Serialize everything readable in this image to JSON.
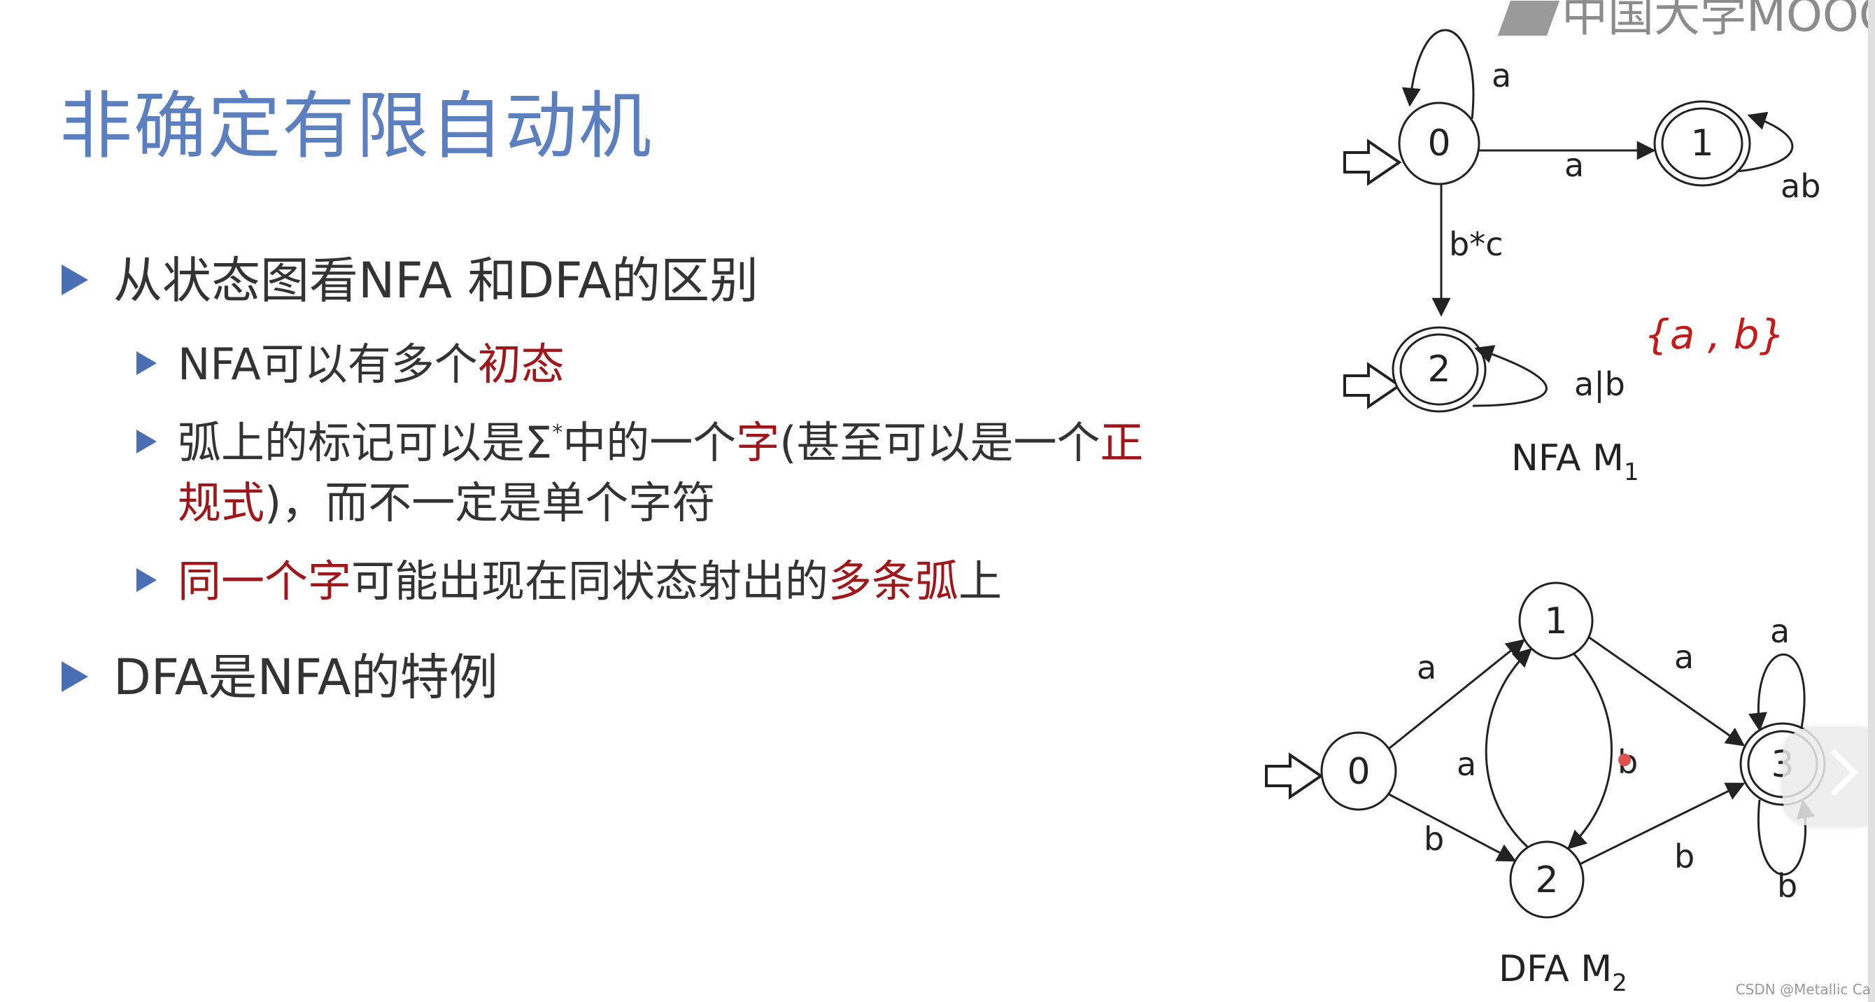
{
  "title": "非确定有限自动机",
  "logo": "中国大学MOOC",
  "watermark": "CSDN @Metallic Ca",
  "bullets": {
    "b1": "从状态图看NFA 和DFA的区别",
    "b1_1": {
      "p1": "NFA可以有多个",
      "p2": "初态"
    },
    "b1_2": {
      "p1": "弧上的标记可以是Σ",
      "sup": "*",
      "p2": "中的一个",
      "p3": "字",
      "p4": "(甚至可以是一个",
      "p5": "正",
      "p6": "规式",
      "p7": ")，而不一定是单个字符"
    },
    "b1_3": {
      "p1": "同一个字",
      "p2": "可能出现在同状态射出的",
      "p3": "多条弧",
      "p4": "上"
    },
    "b2": "DFA是NFA的特例"
  },
  "nfa": {
    "caption": "NFA  M",
    "caption_sub": "1",
    "states": [
      "0",
      "1",
      "2"
    ],
    "edges": {
      "loop0": "a",
      "e01": "a",
      "loop1": "ab",
      "e02": "b*c",
      "loop2": "a|b"
    },
    "handwritten": "{a , b}"
  },
  "dfa": {
    "caption": "DFA M",
    "caption_sub": "2",
    "states": [
      "0",
      "1",
      "2",
      "3"
    ],
    "edges": {
      "e01": "a",
      "e02": "b",
      "e21": "a",
      "e12": "b",
      "e13": "a",
      "e23": "b",
      "loop3a": "a",
      "loop3b": "b"
    }
  }
}
